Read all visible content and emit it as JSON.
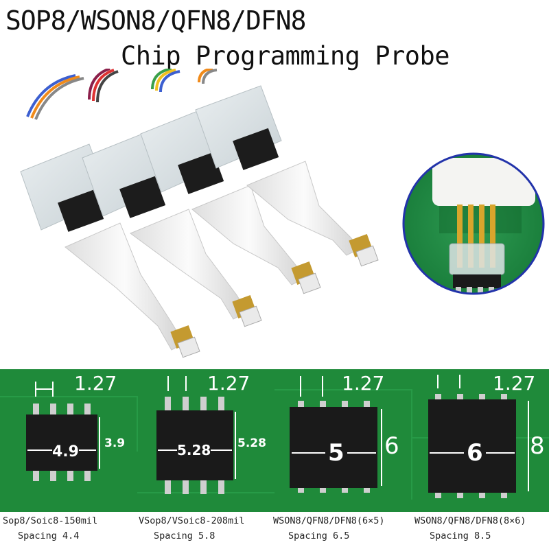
{
  "header": {
    "title_line1": "SOP8/WSON8/QFN8/DFN8",
    "title_line2": "Chip Programming Probe"
  },
  "packages": [
    {
      "pitch": "1.27",
      "width": "4.9",
      "height": "3.9",
      "name": "Sop8/Soic8-150mil",
      "spacing": "Spacing 4.4"
    },
    {
      "pitch": "1.27",
      "width": "5.28",
      "height": "5.28",
      "name": "VSop8/VSoic8-208mil",
      "spacing": "Spacing 5.8"
    },
    {
      "pitch": "1.27",
      "width": "5",
      "height": "6",
      "name": "WSON8/QFN8/DFN8(6×5)",
      "spacing": "Spacing 6.5"
    },
    {
      "pitch": "1.27",
      "width": "6",
      "height": "8",
      "name": "WSON8/QFN8/DFN8(8×6)",
      "spacing": "Spacing 8.5"
    }
  ],
  "colors": {
    "pcb": "#1f8a3a",
    "probe_body": "#f2f2f0",
    "chip": "#1a1a1a"
  }
}
